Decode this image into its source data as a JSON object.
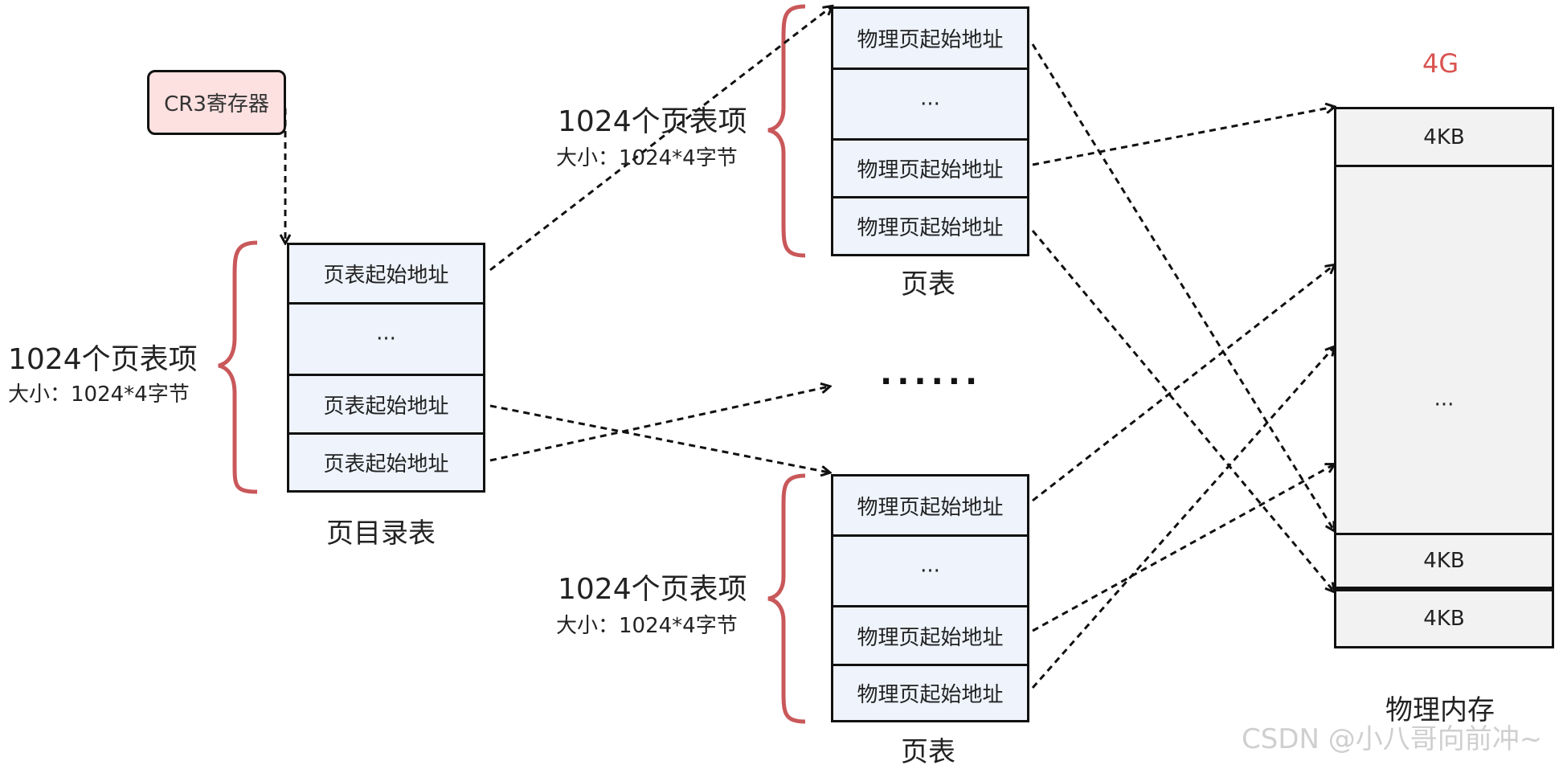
{
  "cr3_register": "CR3寄存器",
  "page_directory": {
    "entries": [
      "页表起始地址",
      "···",
      "页表起始地址",
      "页表起始地址"
    ],
    "caption": "页目录表",
    "count_label": "1024个页表项",
    "size_label": "大小：1024*4字节"
  },
  "page_table_top": {
    "entries": [
      "物理页起始地址",
      "···",
      "物理页起始地址",
      "物理页起始地址"
    ],
    "caption": "页表",
    "count_label": "1024个页表项",
    "size_label": "大小：1024*4字节"
  },
  "page_table_bottom": {
    "entries": [
      "物理页起始地址",
      "···",
      "物理页起始地址",
      "物理页起始地址"
    ],
    "caption": "页表",
    "count_label": "1024个页表项",
    "size_label": "大小：1024*4字节"
  },
  "middle_ellipsis": "······",
  "physical_memory": {
    "top_label": "4G",
    "blocks": [
      "4KB",
      "···",
      "4KB",
      "4KB"
    ],
    "caption": "物理内存"
  },
  "watermark": "CSDN @小八哥向前冲~",
  "colors": {
    "brace": "#c9585a",
    "cell_fill": "#eef3fc",
    "memory_fill": "#f2f2f2",
    "cr3_fill": "#fde0e0",
    "accent_4g": "#d9534f"
  }
}
